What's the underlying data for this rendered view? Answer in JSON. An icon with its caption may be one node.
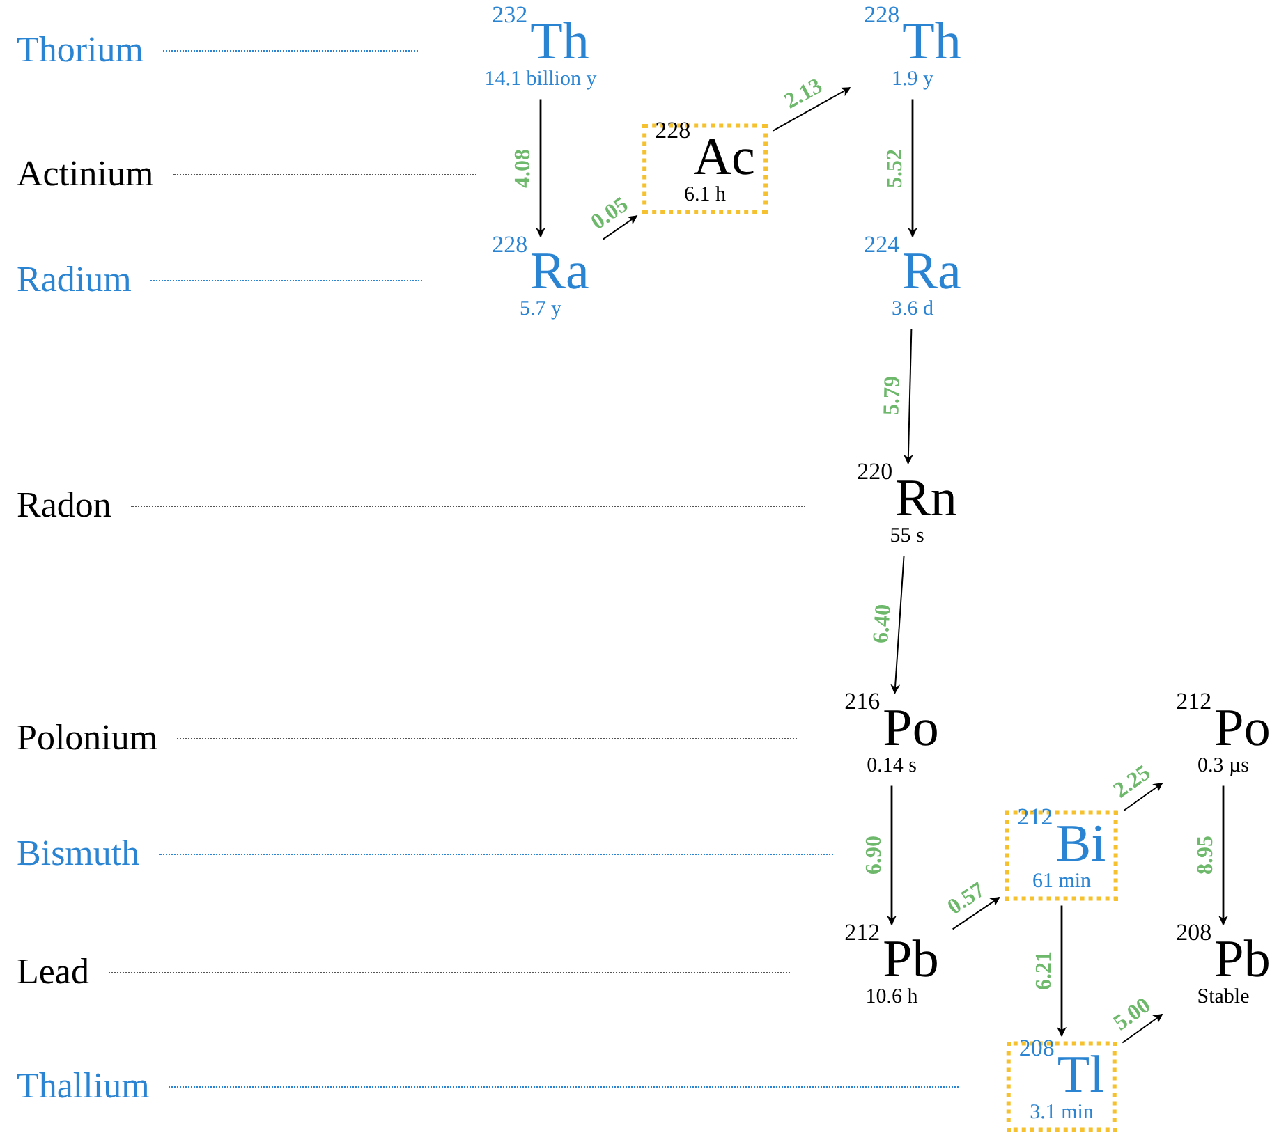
{
  "diagram": {
    "nodes": [
      {
        "text": [
          "$^{232}$Th",
          "14.1 billion y"
        ]
      },
      {
        "text": [
          "$^{228}$Th",
          "1.9 y"
        ]
      },
      {
        "text": [
          "$^{228}$Ac",
          "6.1 h"
        ]
      },
      {
        "text": [
          "$^{228}$Ra",
          "5.7 y"
        ]
      },
      {
        "text": [
          "$^{224}$Ra",
          "3.6 d"
        ]
      },
      {
        "text": [
          "$^{220}$Rn",
          "55 s"
        ]
      },
      {
        "text": [
          "$^{216}$Po",
          "0.14 s"
        ]
      },
      {
        "text": [
          "$^{212}$Po",
          "0.3 µs"
        ]
      },
      {
        "text": [
          "$^{212}$Bi",
          "61 min"
        ]
      },
      {
        "text": [
          "$^{212}$Pb",
          "10.6 h"
        ]
      },
      {
        "text": [
          "$^{208}$Pb",
          "Stable"
        ]
      },
      {
        "text": [
          "$^{208}$Tl",
          "3.1 min"
        ]
      }
    ],
    "edges": [
      {
        "from": 0,
        "to": 3,
        "arrow": "to",
        "label": "4.08"
      },
      {
        "from": 3,
        "to": 2,
        "arrow": "to",
        "label": "0.05"
      },
      {
        "from": 2,
        "to": 1,
        "arrow": "to",
        "label": "2.13"
      },
      {
        "from": 1,
        "to": 4,
        "arrow": "to",
        "label": "5.52"
      },
      {
        "from": 4,
        "to": 5,
        "arrow": "to",
        "label": "5.79"
      },
      {
        "from": 5,
        "to": 6,
        "arrow": "to",
        "label": "6.40"
      },
      {
        "from": 6,
        "to": 9,
        "arrow": "to",
        "label": "6.90"
      },
      {
        "from": 9,
        "to": 8,
        "arrow": "to",
        "label": "0.57"
      },
      {
        "from": 8,
        "to": 7,
        "arrow": "to",
        "label": "2.25"
      },
      {
        "from": 8,
        "to": 11,
        "arrow": "to",
        "label": "6.21"
      },
      {
        "from": 7,
        "to": 10,
        "arrow": "to",
        "label": "8.95"
      },
      {
        "from": 11,
        "to": 10,
        "arrow": "to",
        "label": "5.00"
      }
    ],
    "labels": [
      "Thorium",
      "Actinium",
      "Radium",
      "Radon",
      "Polonium",
      "Bismuth",
      "Lead",
      "Thallium"
    ]
  }
}
